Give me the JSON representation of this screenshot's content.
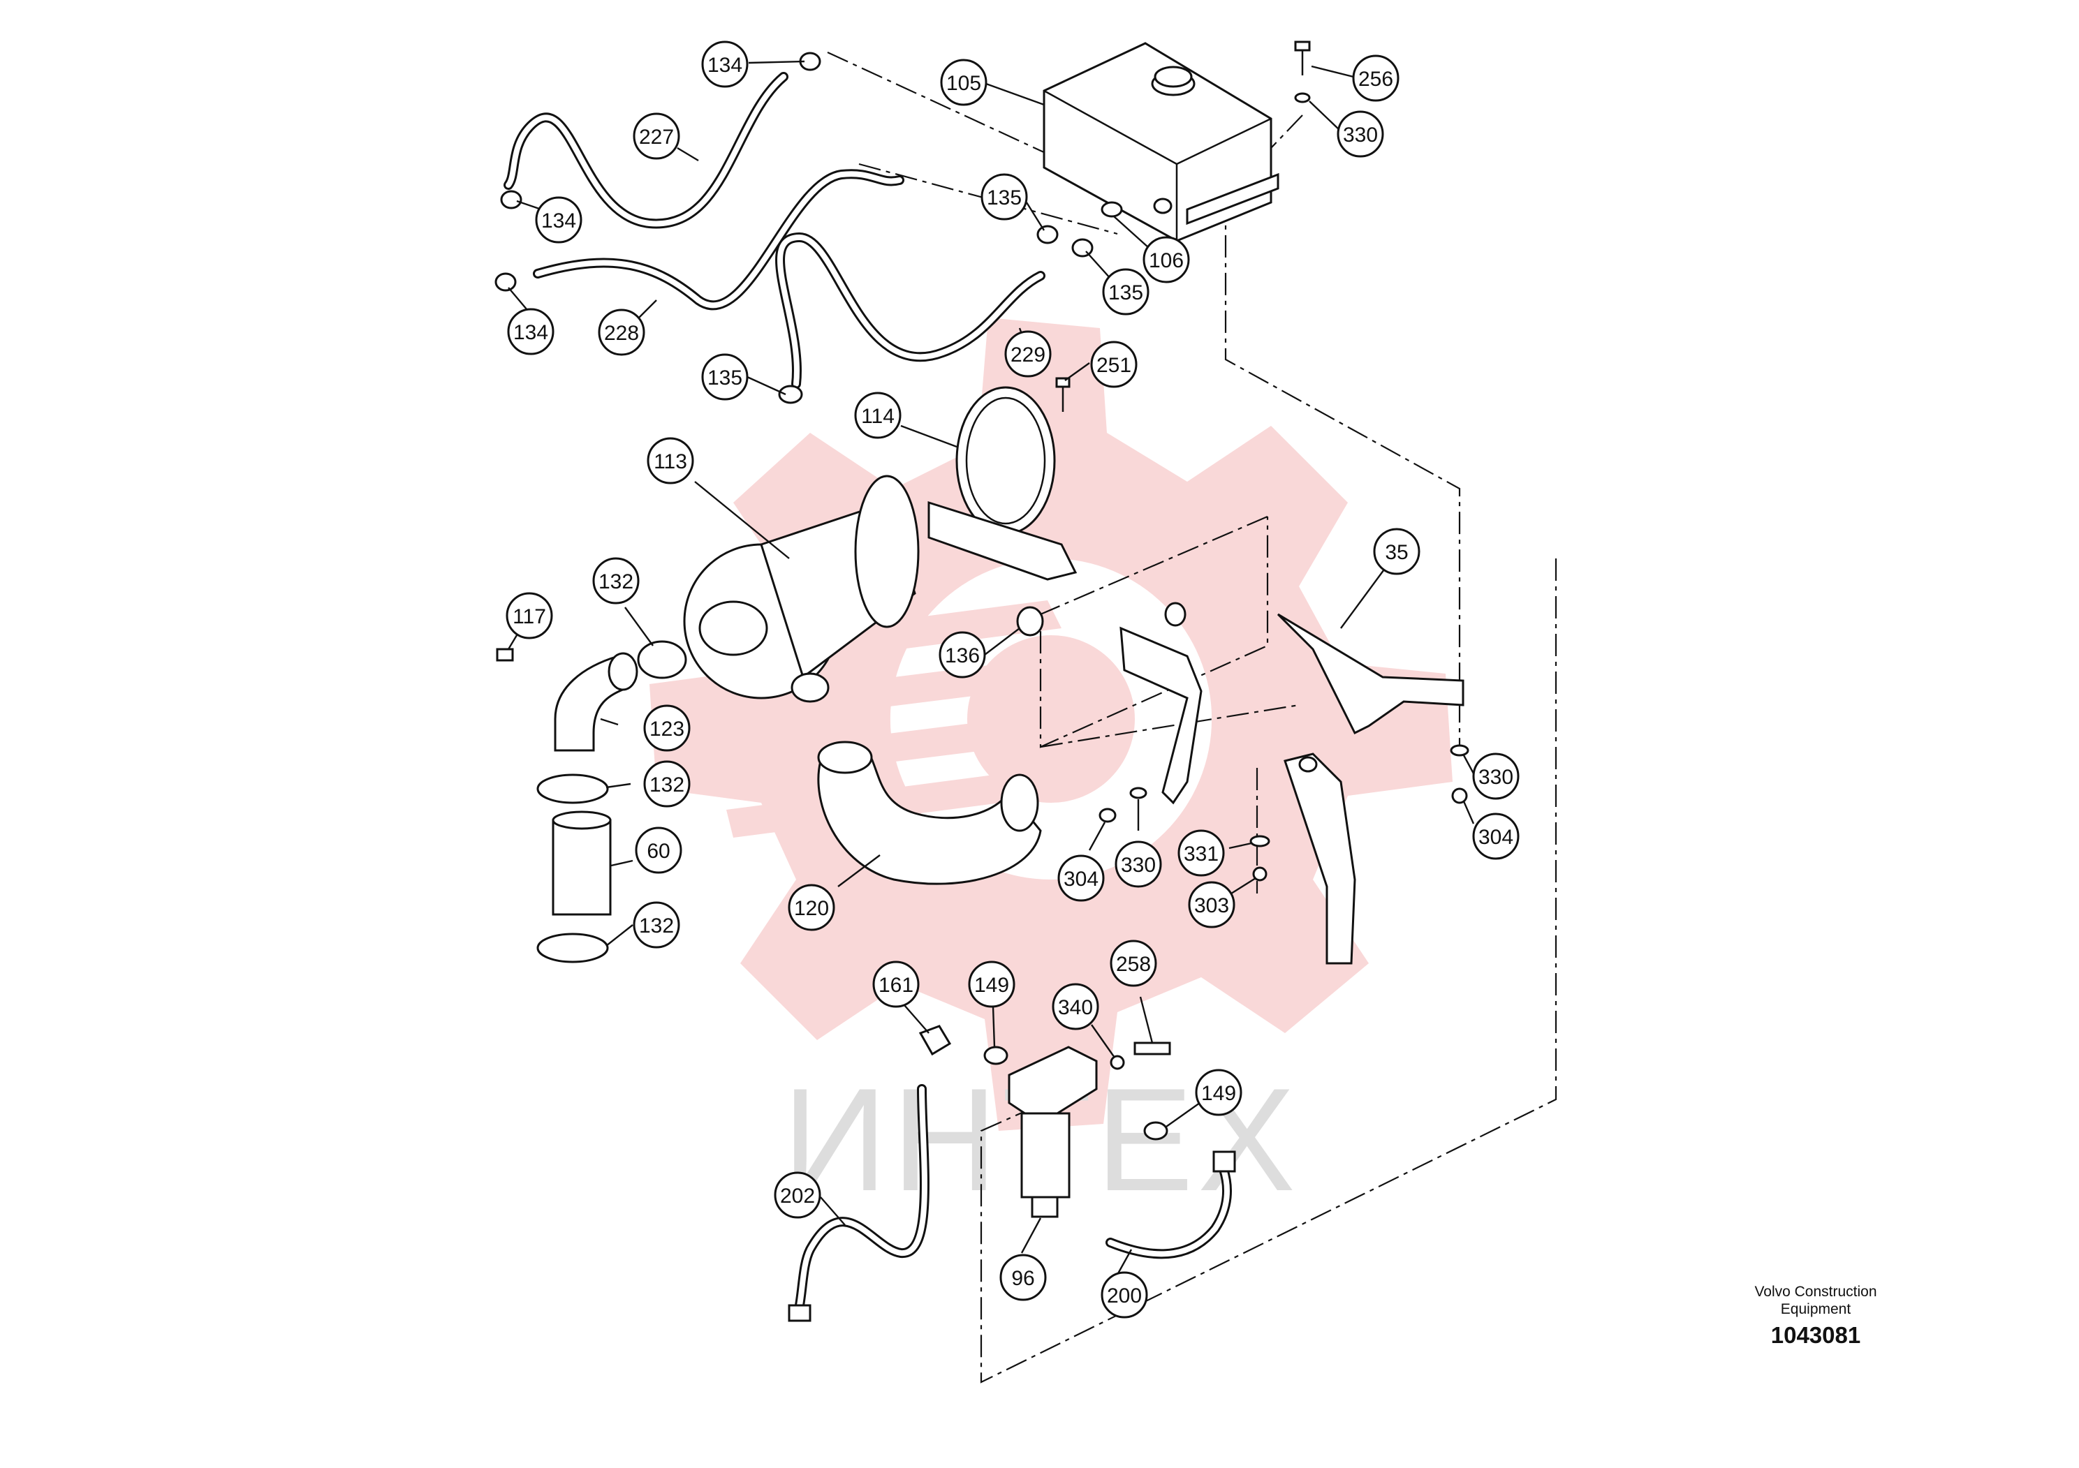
{
  "watermark": {
    "text": "ИНТЕХ",
    "logo": "gear-logo",
    "color": "#f9d6d6"
  },
  "document": {
    "maker": "Volvo Construction Equipment",
    "number": "1043081"
  },
  "callouts": [
    {
      "id": "c134a",
      "label": "134"
    },
    {
      "id": "c227",
      "label": "227"
    },
    {
      "id": "c134b",
      "label": "134"
    },
    {
      "id": "c134c",
      "label": "134"
    },
    {
      "id": "c228",
      "label": "228"
    },
    {
      "id": "c105",
      "label": "105"
    },
    {
      "id": "c256",
      "label": "256"
    },
    {
      "id": "c330a",
      "label": "330"
    },
    {
      "id": "c135a",
      "label": "135"
    },
    {
      "id": "c106",
      "label": "106"
    },
    {
      "id": "c135b",
      "label": "135"
    },
    {
      "id": "c229",
      "label": "229"
    },
    {
      "id": "c135c",
      "label": "135"
    },
    {
      "id": "c251",
      "label": "251"
    },
    {
      "id": "c114",
      "label": "114"
    },
    {
      "id": "c113",
      "label": "113"
    },
    {
      "id": "c132a",
      "label": "132"
    },
    {
      "id": "c117",
      "label": "117"
    },
    {
      "id": "c123",
      "label": "123"
    },
    {
      "id": "c136",
      "label": "136"
    },
    {
      "id": "c35",
      "label": "35"
    },
    {
      "id": "c132b",
      "label": "132"
    },
    {
      "id": "c60",
      "label": "60"
    },
    {
      "id": "c132c",
      "label": "132"
    },
    {
      "id": "c120",
      "label": "120"
    },
    {
      "id": "c304a",
      "label": "304"
    },
    {
      "id": "c330b",
      "label": "330"
    },
    {
      "id": "c331",
      "label": "331"
    },
    {
      "id": "c303",
      "label": "303"
    },
    {
      "id": "c330c",
      "label": "330"
    },
    {
      "id": "c304b",
      "label": "304"
    },
    {
      "id": "c161",
      "label": "161"
    },
    {
      "id": "c149a",
      "label": "149"
    },
    {
      "id": "c340",
      "label": "340"
    },
    {
      "id": "c258",
      "label": "258"
    },
    {
      "id": "c149b",
      "label": "149"
    },
    {
      "id": "c202",
      "label": "202"
    },
    {
      "id": "c96",
      "label": "96"
    },
    {
      "id": "c200",
      "label": "200"
    }
  ]
}
